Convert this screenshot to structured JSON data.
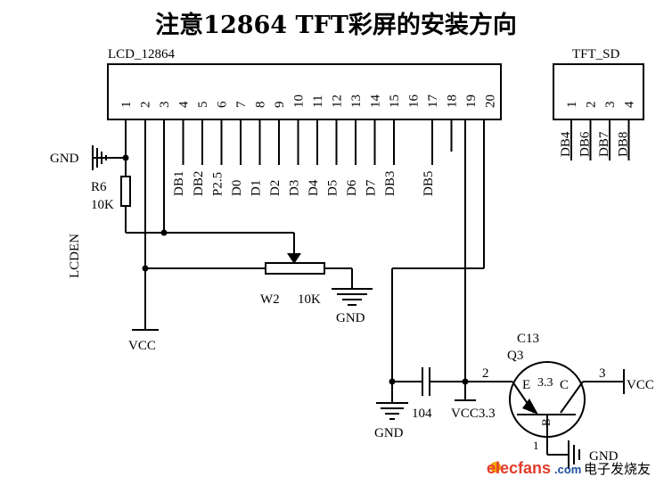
{
  "title": "注意12864 TFT彩屏的安装方向",
  "lcd": {
    "name": "LCD_12864",
    "pins": [
      "1",
      "2",
      "3",
      "4",
      "5",
      "6",
      "7",
      "8",
      "9",
      "10",
      "11",
      "12",
      "13",
      "14",
      "15",
      "16",
      "17",
      "18",
      "19",
      "20"
    ],
    "nets": [
      "DB1",
      "DB2",
      "P2.5",
      "D0",
      "D1",
      "D2",
      "D3",
      "D4",
      "D5",
      "D6",
      "D7",
      "DB3",
      "DB5"
    ]
  },
  "tft": {
    "name": "TFT_SD",
    "pins": [
      "1",
      "2",
      "3",
      "4"
    ],
    "nets": [
      "DB4",
      "DB6",
      "DB7",
      "DB8"
    ]
  },
  "labels": {
    "gnd": "GND",
    "vcc": "VCC",
    "lcden": "LCDEN",
    "r6": "R6",
    "r6_value": "10K",
    "w2": "W2",
    "w2_value": "10K",
    "cap_value": "104",
    "vcc33": "VCC3.3",
    "c13": "C13",
    "q3": "Q3",
    "q3_e": "E",
    "q3_c": "C",
    "q3_b": "B",
    "q3_val": "3.3",
    "q3_pin2": "2",
    "q3_pin3": "3",
    "q3_pin1": "1"
  },
  "watermark": {
    "brand": "elecfans",
    "dotcom": ".com",
    "cn": "电子发烧友"
  }
}
